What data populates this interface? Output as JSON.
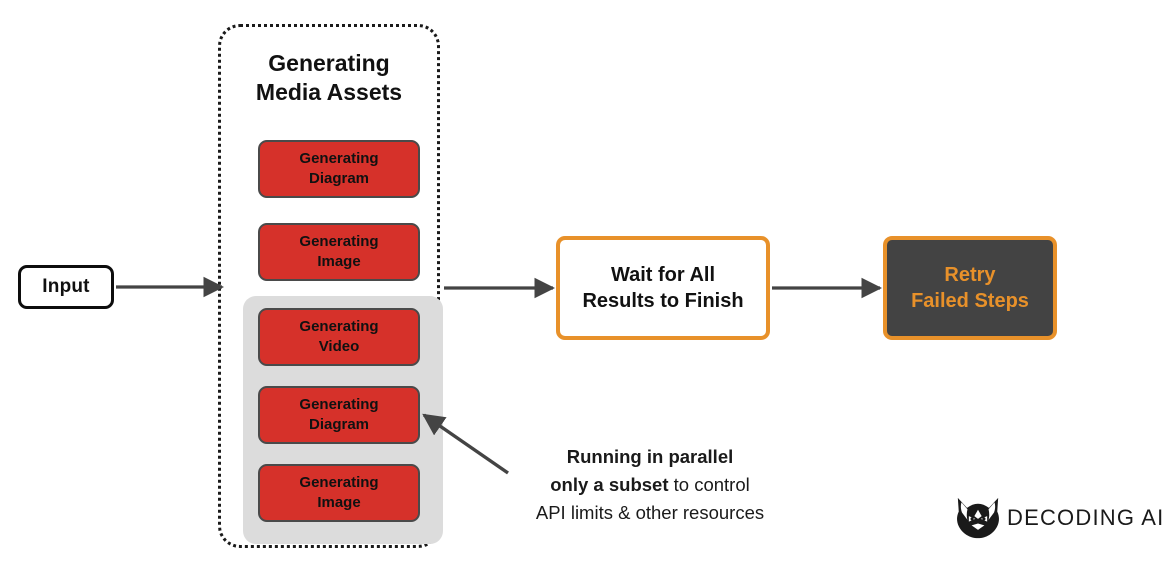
{
  "diagram": {
    "input": {
      "label": "Input"
    },
    "parallel_container": {
      "title": "Generating\nMedia Assets",
      "title_line1": "Generating",
      "title_line2": "Media Assets",
      "border_style": "dotted",
      "tasks": [
        {
          "line1": "Generating",
          "line2": "Diagram",
          "grouped": false
        },
        {
          "line1": "Generating",
          "line2": "Image",
          "grouped": false
        },
        {
          "line1": "Generating",
          "line2": "Video",
          "grouped": true
        },
        {
          "line1": "Generating",
          "line2": "Diagram",
          "grouped": true
        },
        {
          "line1": "Generating",
          "line2": "Image",
          "grouped": true
        }
      ]
    },
    "wait_node": {
      "line1": "Wait for All",
      "line2": "Results to Finish"
    },
    "retry_node": {
      "line1": "Retry",
      "line2": "Failed Steps"
    },
    "annotation": {
      "line1_bold": "Running in parallel",
      "line2_bold": "only a subset",
      "line2_rest": " to control",
      "line3": "API limits & other resources"
    },
    "logo": {
      "text": "DECODING AI",
      "mark": "fox-head-icon"
    },
    "colors": {
      "task_fill": "#d6312a",
      "task_border": "#4a4a4a",
      "accent_orange": "#e8912a",
      "retry_fill": "#434343",
      "group_fill": "#dcdcdc",
      "arrow": "#444444",
      "text": "#1a1a1a"
    }
  }
}
